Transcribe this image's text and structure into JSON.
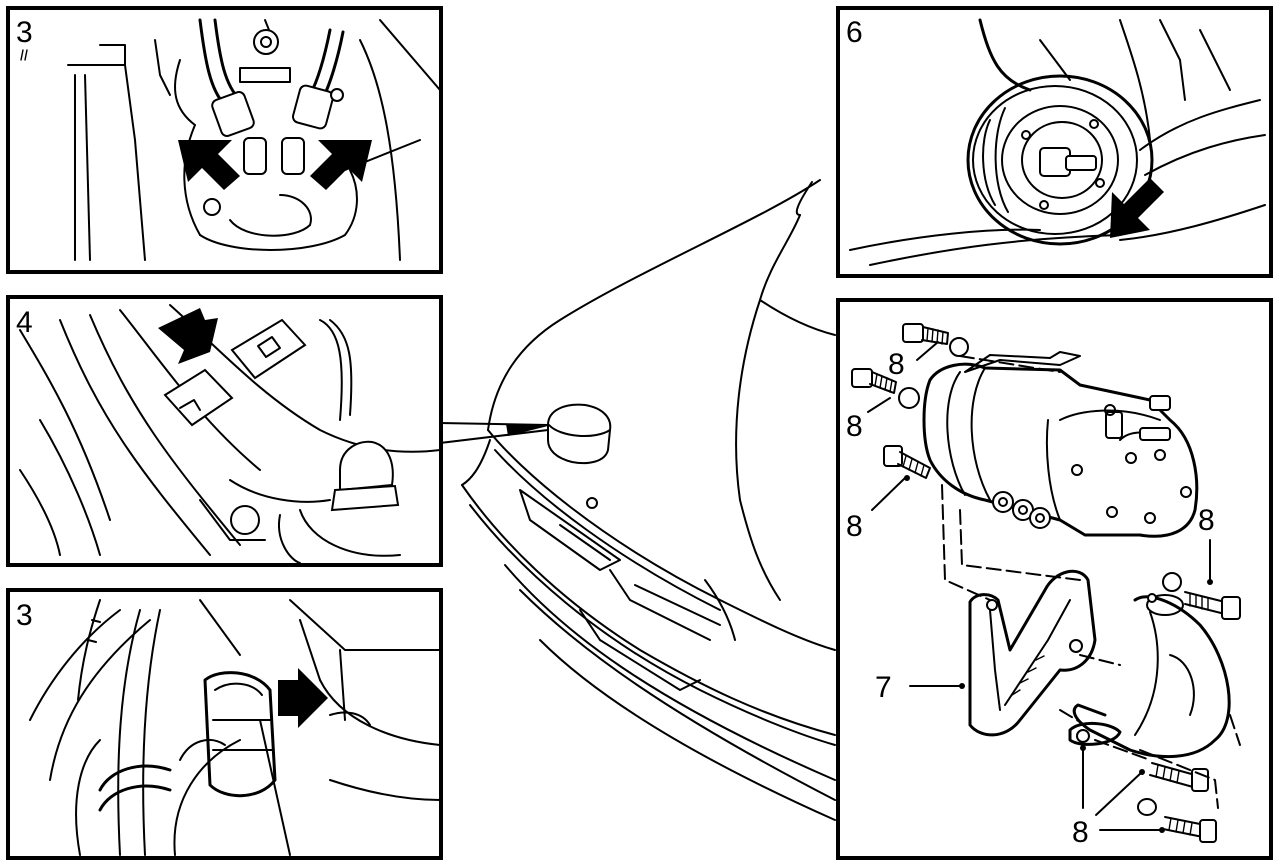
{
  "panels": {
    "top_left": {
      "step": "3"
    },
    "middle_left": {
      "step": "4"
    },
    "bottom_left": {
      "step": "3"
    },
    "top_right": {
      "step": "6"
    },
    "bottom_right": {
      "callouts": [
        "8",
        "8",
        "8",
        "8",
        "7",
        "8"
      ]
    }
  }
}
